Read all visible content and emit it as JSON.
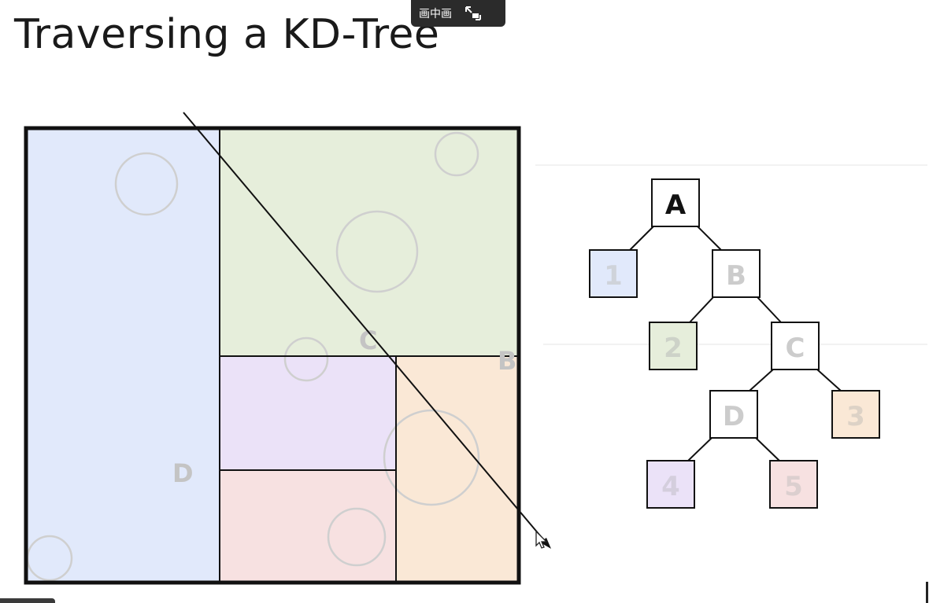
{
  "slide": {
    "title": "Traversing a KD-Tree"
  },
  "overlay": {
    "pip_label": "画中画",
    "pip_toggle_icon": "picture-in-picture-icon"
  },
  "space": {
    "region_labels": {
      "B": "B",
      "C": "C",
      "D": "D"
    },
    "colors": {
      "region_1": "#e1e9fb",
      "region_2": "#e6eedb",
      "region_3": "#fae8d6",
      "region_4": "#ebe2f8",
      "region_5": "#f7e1e1"
    }
  },
  "tree": {
    "nodes": {
      "A": "A",
      "B": "B",
      "C": "C",
      "D": "D",
      "leaf1": "1",
      "leaf2": "2",
      "leaf3": "3",
      "leaf4": "4",
      "leaf5": "5"
    }
  }
}
